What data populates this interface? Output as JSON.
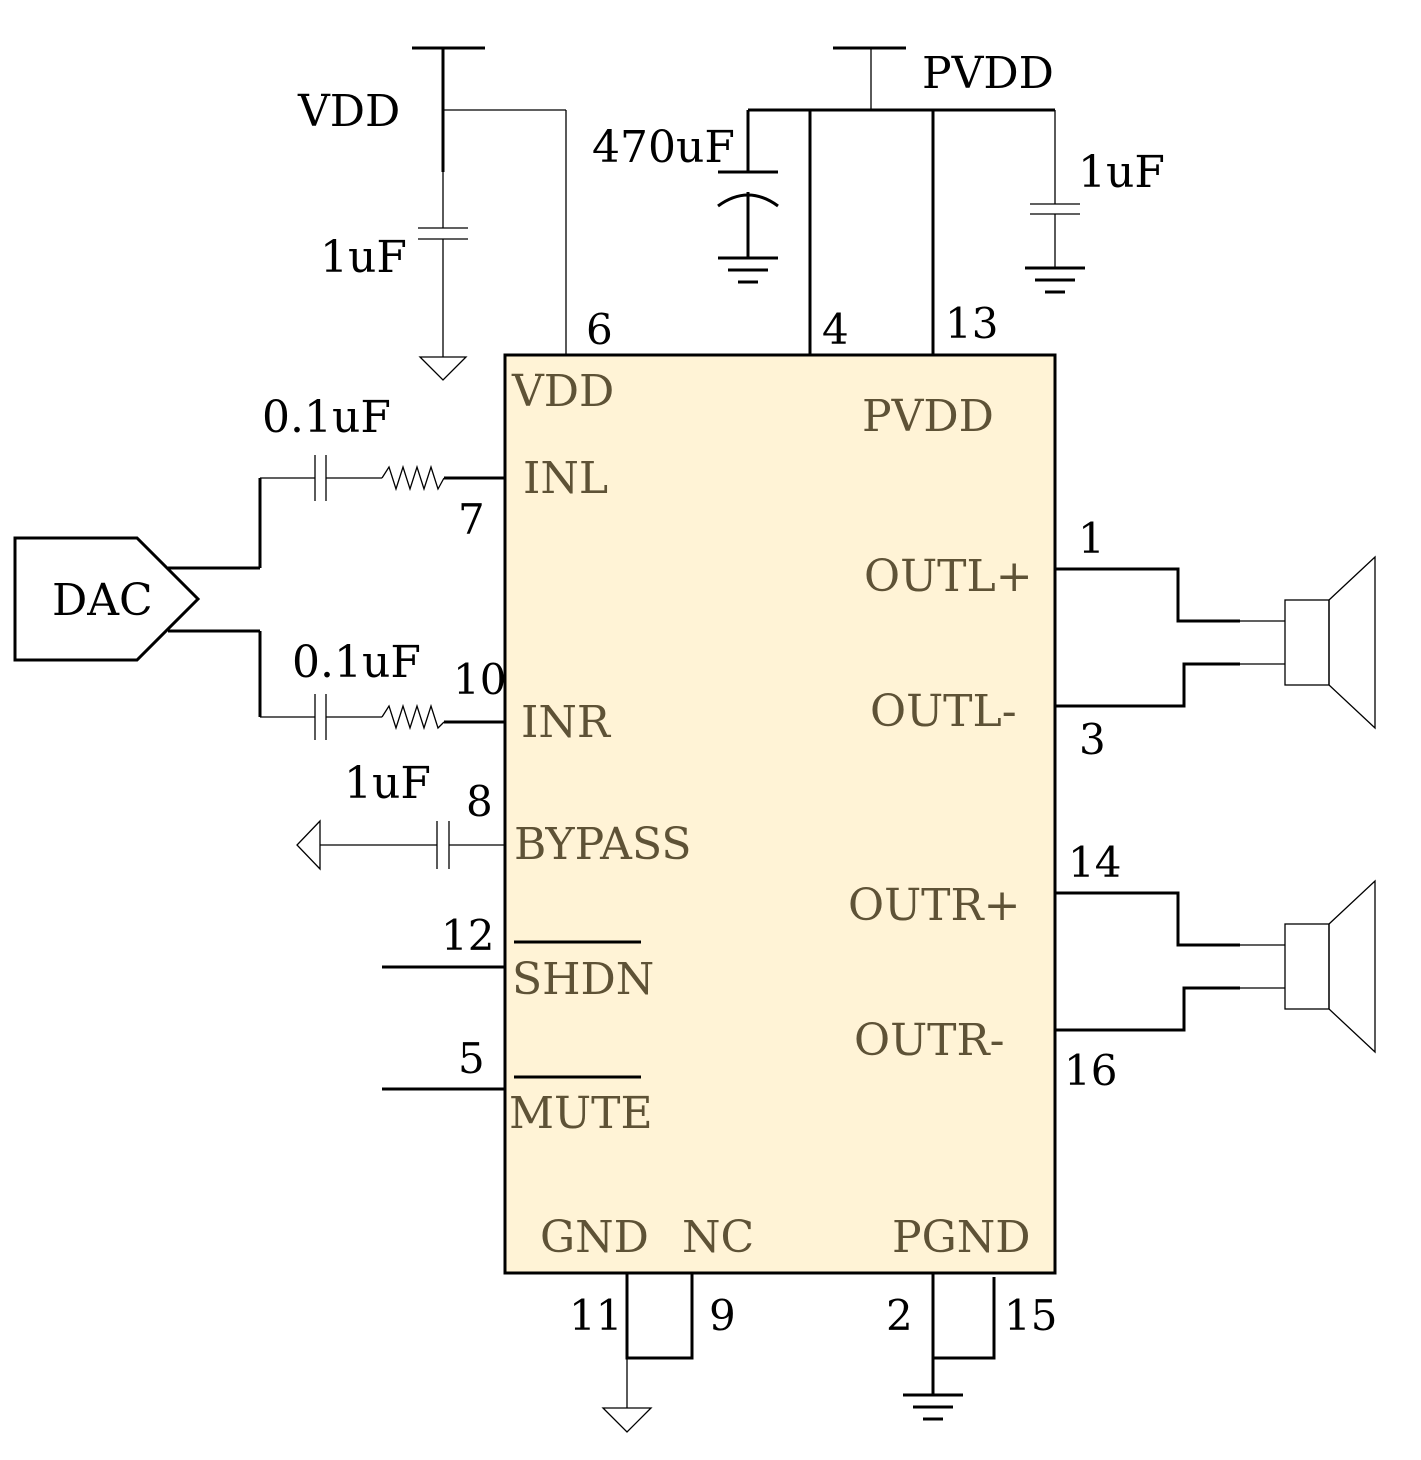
{
  "colors": {
    "chip_fill": "#fff3d6",
    "chip_text": "#5e5236",
    "wire": "#000000"
  },
  "supply": {
    "vdd": "VDD",
    "pvdd": "PVDD"
  },
  "capacitors": {
    "vdd_cap": "1uF",
    "pvdd_bulk": "470uF",
    "pvdd_bypass": "1uF",
    "inl_cap": "0.1uF",
    "inr_cap": "0.1uF",
    "bypass_cap": "1uF"
  },
  "dac": {
    "label": "DAC"
  },
  "chip": {
    "pins_left": {
      "vdd": "VDD",
      "inl": "INL",
      "inr": "INR",
      "bypass": "BYPASS",
      "shdn": "SHDN",
      "mute": "MUTE"
    },
    "pins_right": {
      "pvdd": "PVDD",
      "outl_pos": "OUTL+",
      "outl_neg": "OUTL-",
      "outr_pos": "OUTR+",
      "outr_neg": "OUTR-"
    },
    "pins_bottom": {
      "gnd": "GND",
      "nc": "NC",
      "pgnd": "PGND"
    }
  },
  "pin_numbers": {
    "vdd": "6",
    "pvdd_a": "4",
    "pvdd_b": "13",
    "inl": "7",
    "inr": "10",
    "bypass": "8",
    "shdn": "12",
    "mute": "5",
    "outl_pos": "1",
    "outl_neg": "3",
    "outr_pos": "14",
    "outr_neg": "16",
    "gnd": "11",
    "nc": "9",
    "pgnd_a": "2",
    "pgnd_b": "15"
  },
  "icons": [
    "ground-icon",
    "capacitor-icon",
    "polarized-capacitor-icon",
    "resistor-icon",
    "speaker-icon",
    "dac-block-icon",
    "supply-rail-icon"
  ]
}
